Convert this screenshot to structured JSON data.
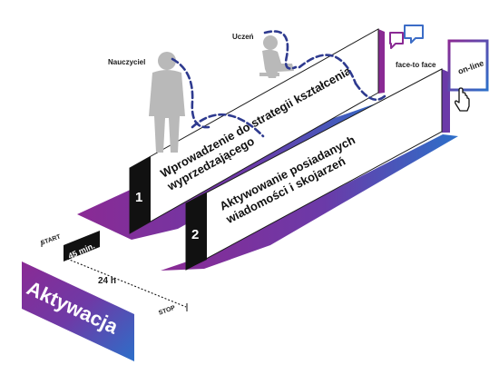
{
  "roles": {
    "teacher": "Nauczyciel",
    "student": "Uczeń"
  },
  "modes": {
    "face_to_face": "face-to face",
    "online": "on-line"
  },
  "steps": [
    {
      "number": "1",
      "line1": "Wprowadzenie do strategii kształcenia",
      "line2": "wyprzedzającego"
    },
    {
      "number": "2",
      "line1": "Aktywowanie posiadanych",
      "line2": "wiadomości i skojarzeń"
    }
  ],
  "timeline": {
    "start": "START",
    "duration": "45 min.",
    "span": "24 h",
    "stop": "STOP"
  },
  "phase": {
    "title": "Aktywacja"
  },
  "colors": {
    "purple": "#8a2a94",
    "blue": "#2c6fc9",
    "black": "#111111",
    "figure": "#b9b9b9",
    "dash": "#2e3a8f"
  }
}
